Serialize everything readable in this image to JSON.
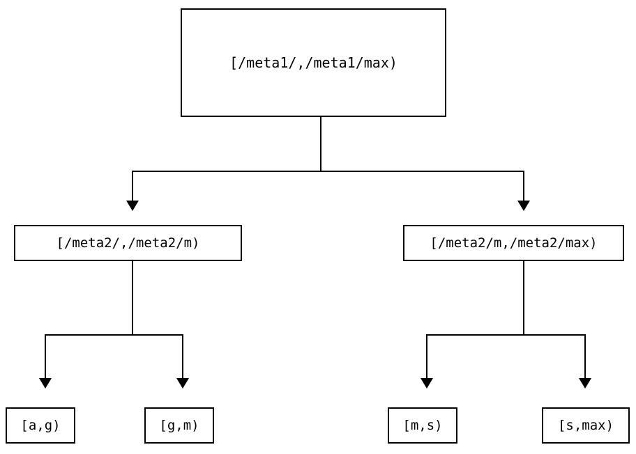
{
  "diagram": {
    "type": "tree",
    "orientation": "top-down",
    "background_color": "#ffffff",
    "line_color": "#000000",
    "box_fill_color": "#ffffff",
    "levels": 3,
    "nodes": {
      "root": {
        "label": "[/meta1/,/meta1/max)",
        "level": 0
      },
      "mid_left": {
        "label": "[/meta2/,/meta2/m)",
        "level": 1
      },
      "mid_right": {
        "label": "[/meta2/m,/meta2/max)",
        "level": 1
      },
      "leaf_ag": {
        "label": "[a,g)",
        "level": 2
      },
      "leaf_gm": {
        "label": "[g,m)",
        "level": 2
      },
      "leaf_ms": {
        "label": "[m,s)",
        "level": 2
      },
      "leaf_smax": {
        "label": "[s,max)",
        "level": 2
      }
    },
    "edges": [
      {
        "from": "root",
        "to": "mid_left",
        "arrow": "down-triangle"
      },
      {
        "from": "root",
        "to": "mid_right",
        "arrow": "down-triangle"
      },
      {
        "from": "mid_left",
        "to": "leaf_ag",
        "arrow": "down-triangle"
      },
      {
        "from": "mid_left",
        "to": "leaf_gm",
        "arrow": "down-triangle"
      },
      {
        "from": "mid_right",
        "to": "leaf_ms",
        "arrow": "down-triangle"
      },
      {
        "from": "mid_right",
        "to": "leaf_smax",
        "arrow": "down-triangle"
      }
    ]
  }
}
